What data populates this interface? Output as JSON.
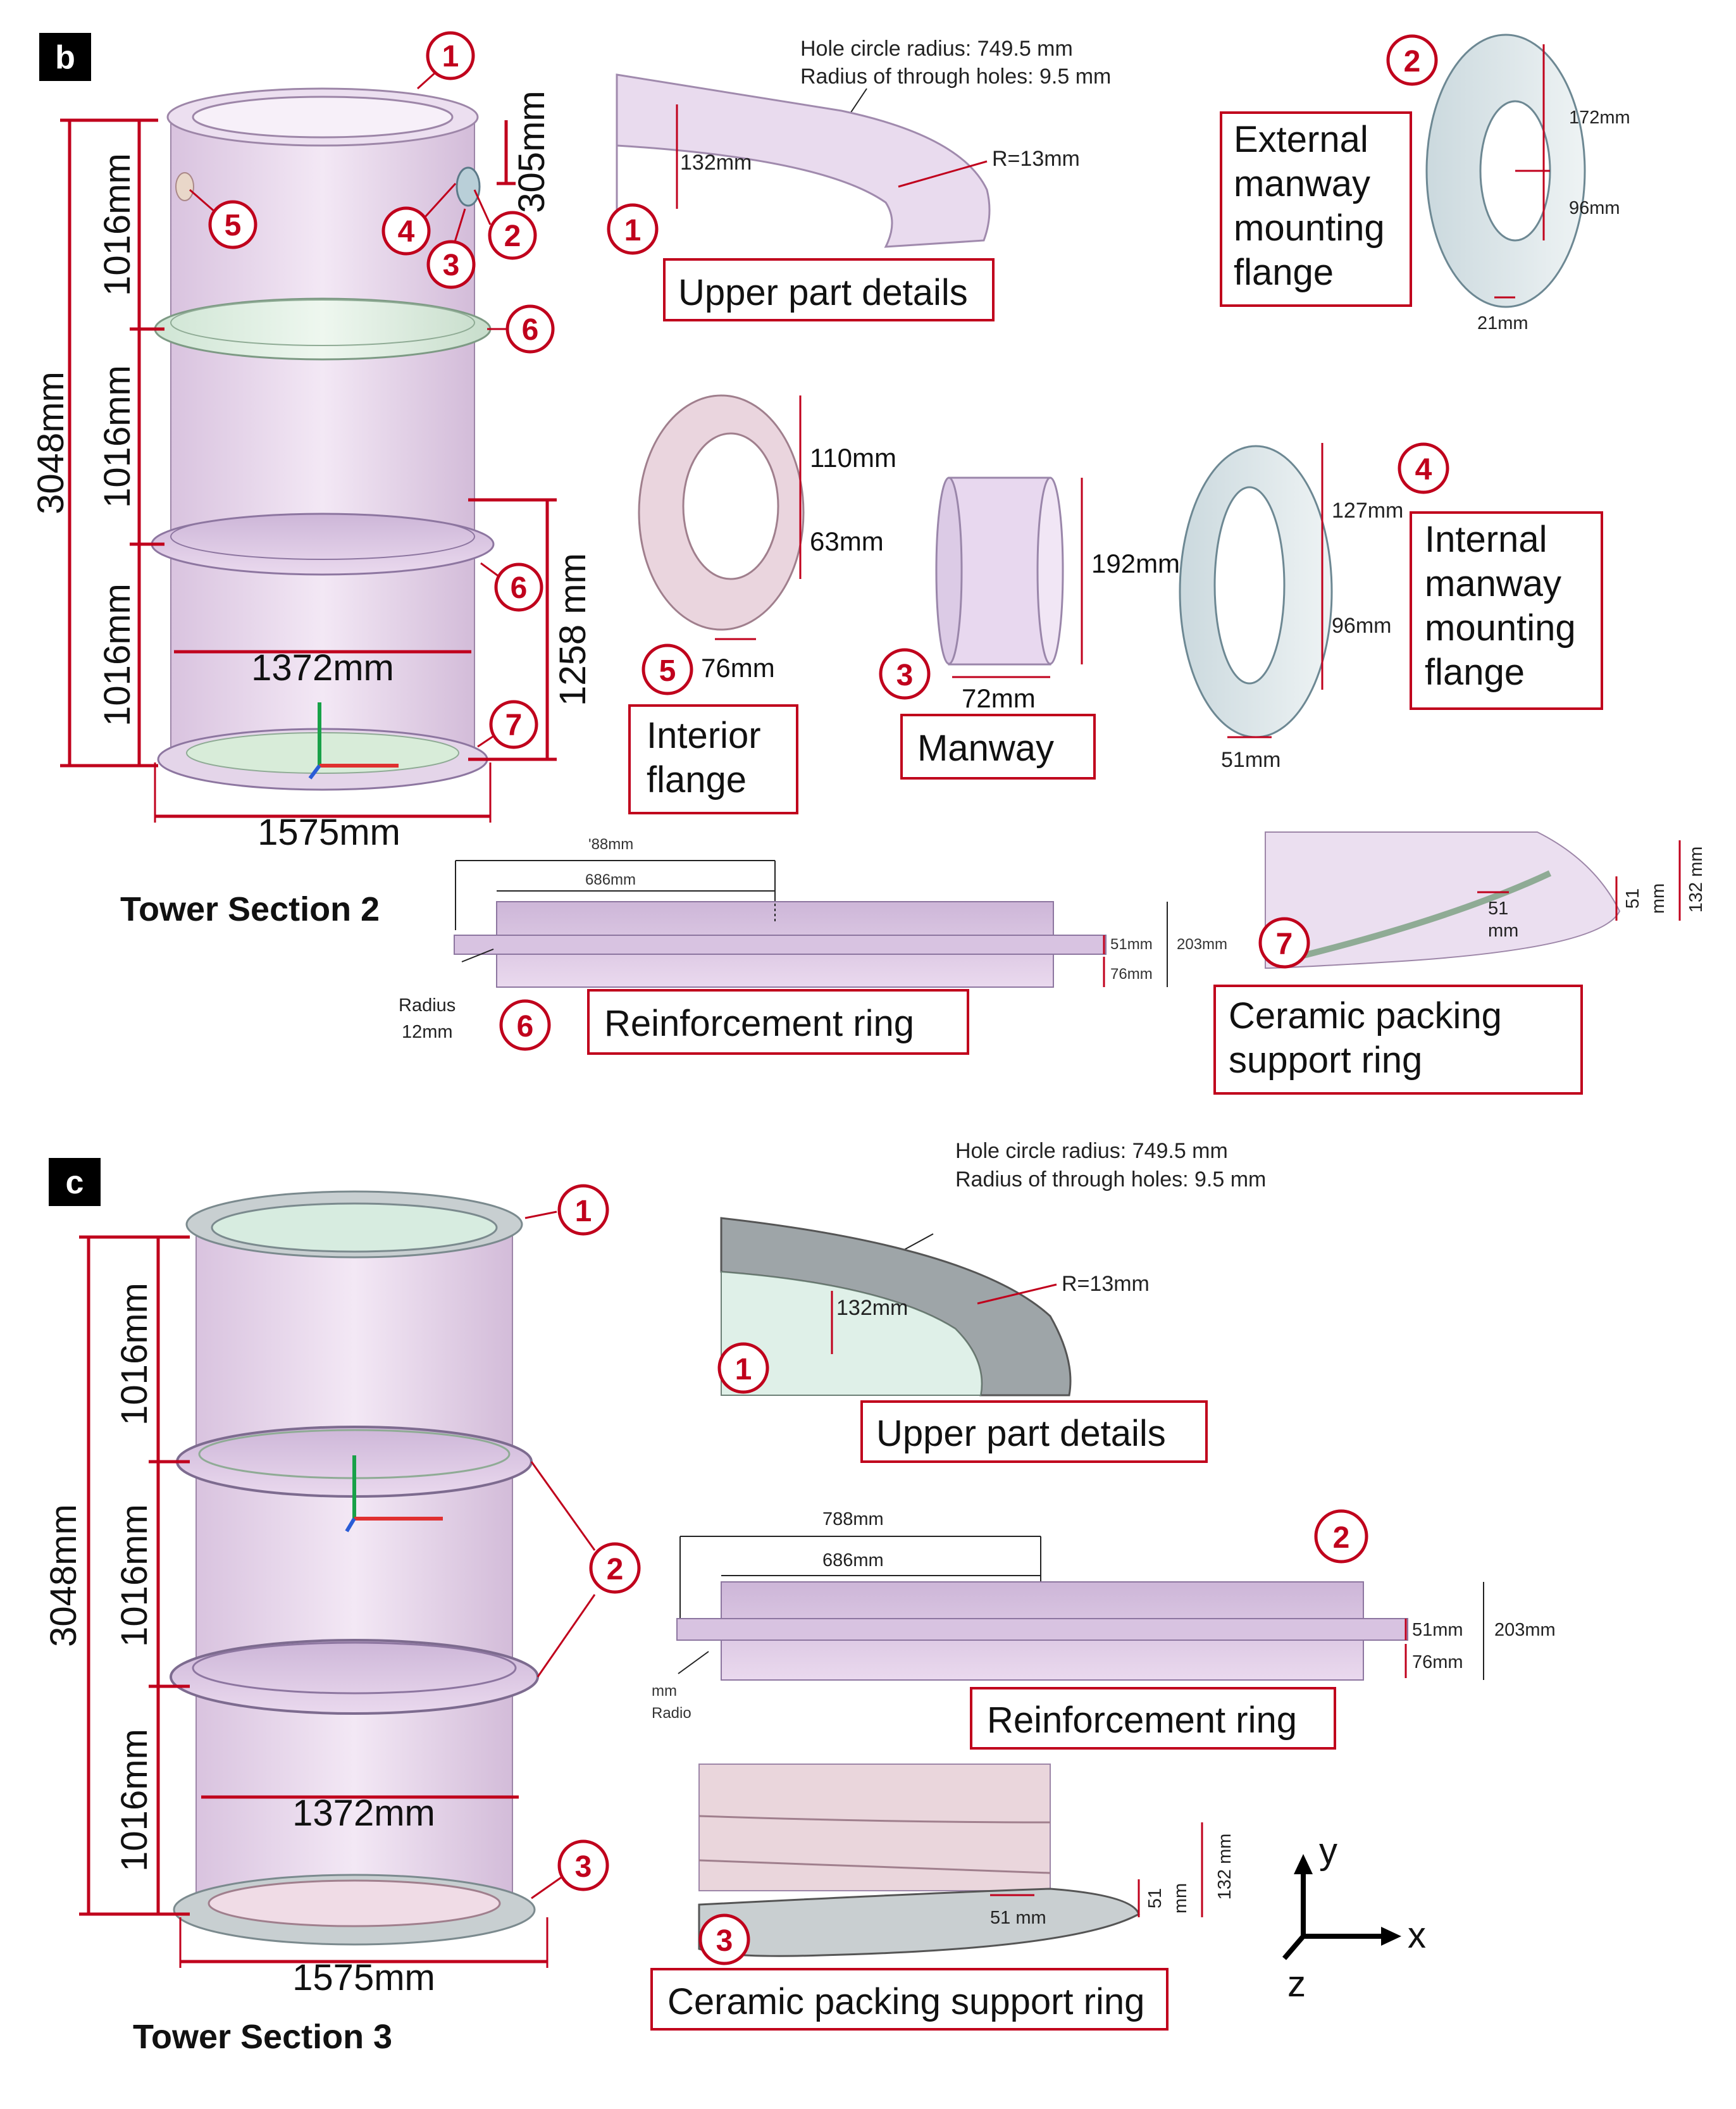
{
  "panel_b": {
    "tag": "b",
    "title": "Tower Section 2",
    "dims": {
      "total_height": "3048mm",
      "seg1": "1016mm",
      "seg2": "1016mm",
      "seg3": "1016mm",
      "top_offset": "305mm",
      "inner_dia": "1372mm",
      "outer_dia": "1575mm",
      "ring_height": "1258 mm"
    },
    "callouts": [
      "1",
      "2",
      "3",
      "4",
      "5",
      "6",
      "6",
      "7"
    ],
    "upper": {
      "hole_circle": "Hole circle radius: 749.5 mm",
      "hole_radius": "Radius of through holes: 9.5 mm",
      "h132": "132mm",
      "r13": "R=13mm",
      "num": "1",
      "caption": "Upper part details"
    },
    "ext_flange": {
      "num": "2",
      "caption": [
        "External",
        "manway",
        "mounting",
        "flange"
      ],
      "d172": "172mm",
      "d96": "96mm",
      "d21": "21mm"
    },
    "int_flange": {
      "num": "5",
      "caption": [
        "Interior",
        "flange"
      ],
      "d110": "110mm",
      "d63": "63mm",
      "d76": "76mm"
    },
    "manway": {
      "num": "3",
      "caption": "Manway",
      "d192": "192mm",
      "d72": "72mm"
    },
    "int_manway": {
      "num": "4",
      "caption": [
        "Internal",
        "manway",
        "mounting",
        "flange"
      ],
      "d127": "127mm",
      "d96": "96mm",
      "d51": "51mm"
    },
    "reinf": {
      "num": "6",
      "caption": "Reinforcement ring",
      "d788": "'88mm",
      "d686": "686mm",
      "d51": "51mm",
      "d76": "76mm",
      "d203": "203mm",
      "radius": [
        "Radius",
        "12mm"
      ]
    },
    "ceramic": {
      "num": "7",
      "caption": [
        "Ceramic packing",
        "support ring"
      ],
      "d51": "51",
      "d51b": "mm",
      "d51v": "51",
      "d51vu": "mm",
      "d132": "132 mm"
    }
  },
  "panel_c": {
    "tag": "c",
    "title": "Tower Section 3",
    "dims": {
      "total_height": "3048mm",
      "seg1": "1016mm",
      "seg2": "1016mm",
      "seg3": "1016mm",
      "inner_dia": "1372mm",
      "outer_dia": "1575mm"
    },
    "callouts": [
      "1",
      "2",
      "3"
    ],
    "upper": {
      "hole_circle": "Hole circle radius: 749.5 mm",
      "hole_radius": "Radius of through holes: 9.5 mm",
      "h132": "132mm",
      "r13": "R=13mm",
      "num": "1",
      "caption": "Upper part details"
    },
    "reinf": {
      "num": "2",
      "caption": "Reinforcement ring",
      "d788": "788mm",
      "d686": "686mm",
      "d51": "51mm",
      "d76": "76mm",
      "d203": "203mm",
      "radio": [
        "mm",
        "Radio"
      ]
    },
    "ceramic": {
      "num": "3",
      "caption": "Ceramic packing support ring",
      "d51": "51 mm",
      "d51v": "51",
      "d51vu": "mm",
      "d132": "132 mm"
    },
    "axes": {
      "y": "y",
      "x": "x",
      "z": "z"
    }
  },
  "colors": {
    "accent_red": "#c0001c",
    "shell_pink": "#e6d3ea",
    "shell_green": "#d7ecdc",
    "ring_purple": "#d2bedc"
  }
}
